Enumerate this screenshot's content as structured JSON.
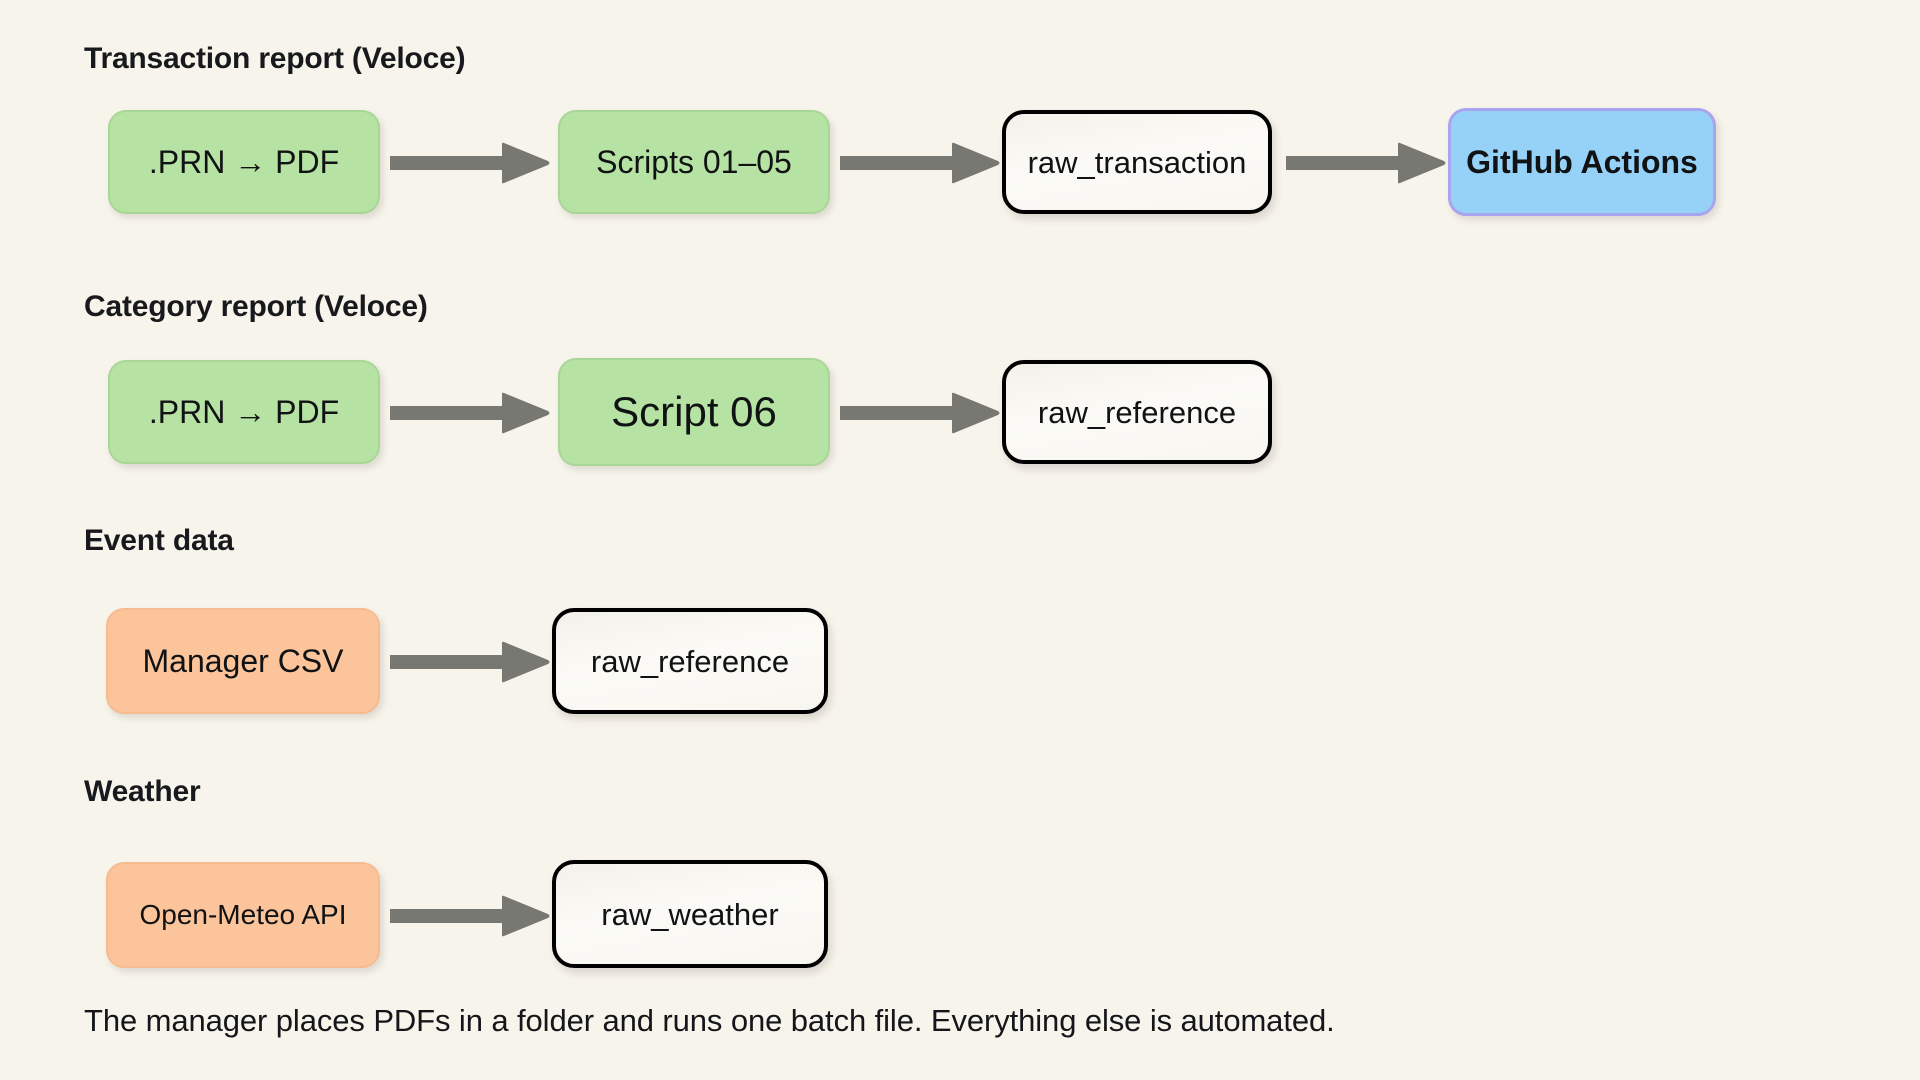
{
  "background_color": "#f7f4ec",
  "arrow_color": "#787873",
  "palette": {
    "green_fill": "#b6e3a4",
    "orange_fill": "#fbc49b",
    "blue_fill": "#96d2f7",
    "blue_border": "#a9a4ee",
    "outline_border": "#000000",
    "outline_fill": "#f9f7f2",
    "heading_color": "#17191c"
  },
  "sections": [
    {
      "heading": "Transaction report (Veloce)",
      "nodes": [
        {
          "label": ".PRN → PDF",
          "style": "green"
        },
        {
          "label": "Scripts 01–05",
          "style": "green"
        },
        {
          "label": "raw_transaction",
          "style": "outline"
        },
        {
          "label": "GitHub Actions",
          "style": "blue"
        }
      ]
    },
    {
      "heading": "Category report (Veloce)",
      "nodes": [
        {
          "label": ".PRN → PDF",
          "style": "green"
        },
        {
          "label": "Script 06",
          "style": "green"
        },
        {
          "label": "raw_reference",
          "style": "outline"
        }
      ]
    },
    {
      "heading": "Event data",
      "nodes": [
        {
          "label": "Manager CSV",
          "style": "orange"
        },
        {
          "label": "raw_reference",
          "style": "outline"
        }
      ]
    },
    {
      "heading": "Weather",
      "nodes": [
        {
          "label": "Open-Meteo API",
          "style": "orange"
        },
        {
          "label": "raw_weather",
          "style": "outline"
        }
      ]
    }
  ],
  "caption": "The manager places PDFs in a folder and runs one batch file. Everything else is automated."
}
